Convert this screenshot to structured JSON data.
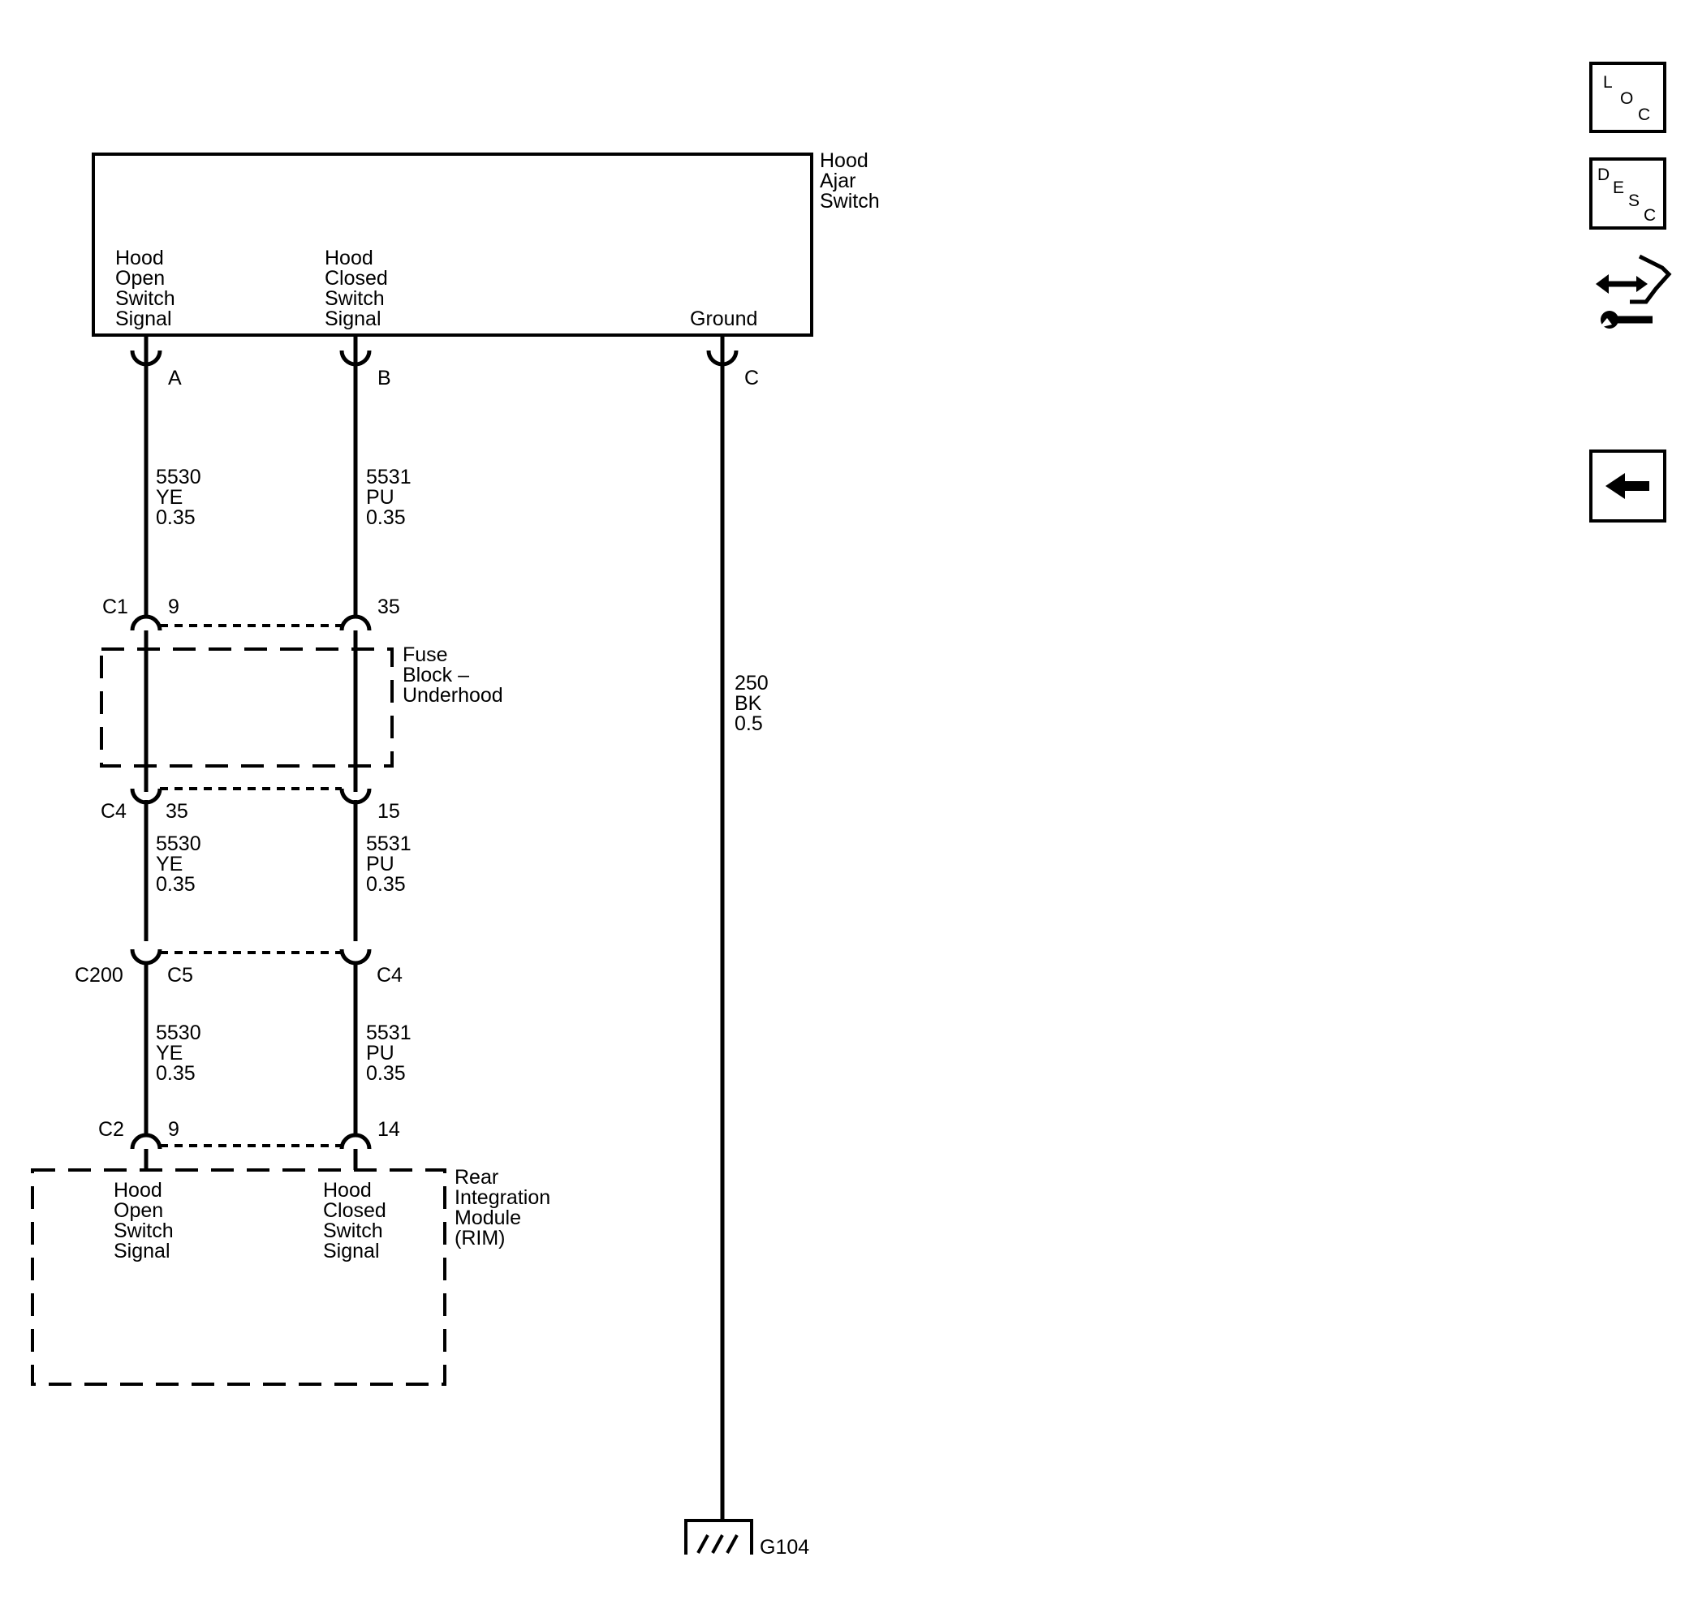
{
  "switch": {
    "name": [
      "Hood",
      "Ajar",
      "Switch"
    ],
    "pin_a_label": [
      "Hood",
      "Open",
      "Switch",
      "Signal"
    ],
    "pin_b_label": [
      "Hood",
      "Closed",
      "Switch",
      "Signal"
    ],
    "pin_c_label": "Ground",
    "pin_a": "A",
    "pin_b": "B",
    "pin_c": "C"
  },
  "wires": {
    "yellow_1": [
      "5530",
      "YE",
      "0.35"
    ],
    "purple_1": [
      "5531",
      "PU",
      "0.35"
    ],
    "yellow_2": [
      "5530",
      "YE",
      "0.35"
    ],
    "purple_2": [
      "5531",
      "PU",
      "0.35"
    ],
    "yellow_3": [
      "5530",
      "YE",
      "0.35"
    ],
    "purple_3": [
      "5531",
      "PU",
      "0.35"
    ],
    "ground": [
      "250",
      "BK",
      "0.5"
    ]
  },
  "fuse_block": {
    "name": [
      "Fuse",
      "Block –",
      "Underhood"
    ],
    "top_connector": "C1",
    "top_pin_a": "9",
    "top_pin_b": "35",
    "bottom_connector": "C4",
    "bottom_pin_a": "35",
    "bottom_pin_b": "15"
  },
  "inline_connector": {
    "name": "C200",
    "pin_a": "C5",
    "pin_b": "C4"
  },
  "rim": {
    "name": [
      "Rear",
      "Integration",
      "Module",
      "(RIM)"
    ],
    "connector": "C2",
    "pin_a": "9",
    "pin_b": "14",
    "pin_a_label": [
      "Hood",
      "Open",
      "Switch",
      "Signal"
    ],
    "pin_b_label": [
      "Hood",
      "Closed",
      "Switch",
      "Signal"
    ]
  },
  "ground_point": "G104",
  "nav": {
    "loc": [
      "L",
      "O",
      "C"
    ],
    "desc": [
      "D",
      "E",
      "S",
      "C"
    ]
  }
}
